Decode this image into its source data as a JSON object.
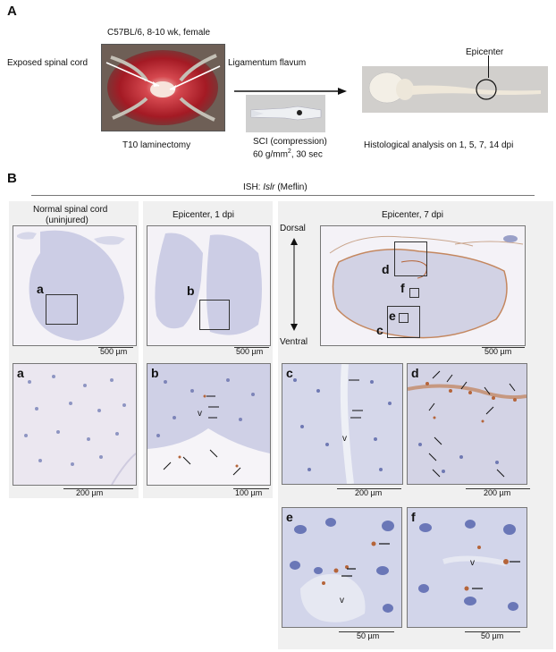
{
  "panel_a": {
    "letter": "A",
    "mouse_info": "C57BL/6, 8-10 wk, female",
    "label_spinal_cord": "Exposed spinal cord",
    "label_ligamentum": "Ligamentum flavum",
    "caption_laminectomy": "T10 laminectomy",
    "sci_line1": "SCI (compression)",
    "sci_line2_prefix": "60 g/mm",
    "sci_line2_sup": "2",
    "sci_line2_suffix": ", 30 sec",
    "epicenter_label": "Epicenter",
    "histology": "Histological analysis on 1, 5, 7, 14 dpi"
  },
  "panel_b": {
    "letter": "B",
    "ish_prefix": "ISH: ",
    "ish_gene": "Islr",
    "ish_suffix": " (Meflin)",
    "col1_title_l1": "Normal spinal cord",
    "col1_title_l2": "(uninjured)",
    "col2_title": "Epicenter, 1 dpi",
    "col3_title": "Epicenter, 7 dpi",
    "dorsal": "Dorsal",
    "ventral": "Ventral",
    "letters": {
      "a": "a",
      "b": "b",
      "c": "c",
      "d": "d",
      "e": "e",
      "f": "f",
      "v": "v"
    },
    "scales": {
      "s500": "500 µm",
      "s200": "200 µm",
      "s100": "100 µm",
      "s50": "50 µm"
    }
  },
  "colors": {
    "tissue_blue": "#c9cbe4",
    "stain_brown": "#b5653a",
    "surgery_red": "#b8212b",
    "panel_bg": "#f0f0f0"
  }
}
